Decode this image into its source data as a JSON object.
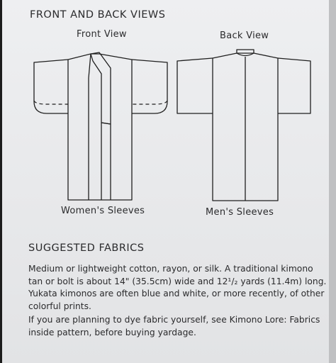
{
  "headings": {
    "front_back": "FRONT AND BACK VIEWS",
    "fabrics": "SUGGESTED FABRICS"
  },
  "labels": {
    "front_view": "Front View",
    "back_view": "Back View",
    "womens_sleeves": "Women's Sleeves",
    "mens_sleeves": "Men's Sleeves"
  },
  "paragraphs": {
    "fabrics_lines": [
      "Medium or lightweight cotton, rayon, or silk.  A traditional kimono",
      "tan or bolt is about 14\" (35.5cm) wide and 12¹/₂ yards (11.4m) long.",
      "Yukata kimonos are often blue and white, or more recently, of other",
      "colorful prints."
    ],
    "dye_lines": [
      "If you are planning to dye fabric yourself, see Kimono Lore: Fabrics",
      "inside pattern, before buying yardage."
    ]
  },
  "colors": {
    "paper": "#ececee",
    "ink": "#1f1f1f"
  }
}
